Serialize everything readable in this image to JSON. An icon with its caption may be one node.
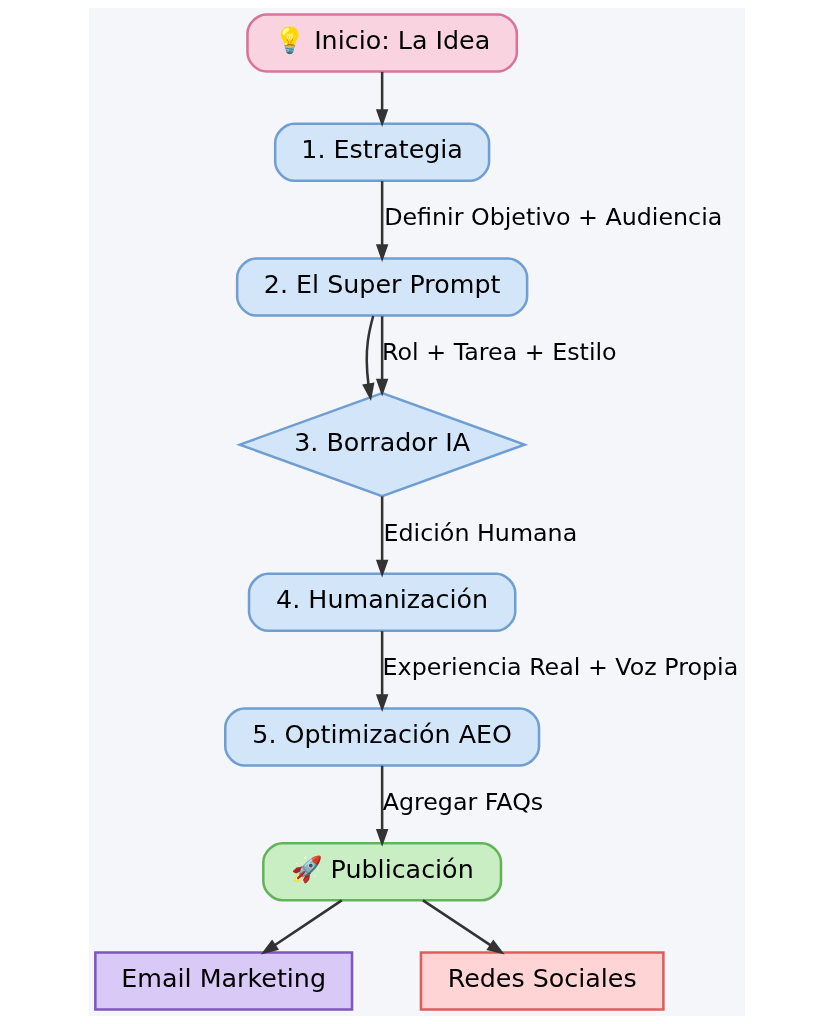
{
  "diagram": {
    "nodes": [
      {
        "text": [
          "💡 Inicio: La Idea"
        ]
      },
      {
        "text": [
          "1. Estrategia"
        ]
      },
      {
        "text": [
          "2. El Super Prompt"
        ]
      },
      {
        "text": [
          "3. Borrador IA"
        ]
      },
      {
        "text": [
          "4. Humanización"
        ]
      },
      {
        "text": [
          "5. Optimización AEO"
        ]
      },
      {
        "text": [
          "🚀 Publicación"
        ]
      },
      {
        "text": [
          "Email Marketing"
        ]
      },
      {
        "text": [
          "Redes Sociales"
        ]
      }
    ],
    "edges": [
      {
        "from": 0,
        "to": 1,
        "arrow": "to"
      },
      {
        "from": 1,
        "to": 2,
        "arrow": "to",
        "label": "Definir Objetivo + Audiencia"
      },
      {
        "from": 2,
        "to": 3,
        "arrow": "to"
      },
      {
        "from": 2,
        "to": 3,
        "arrow": "to",
        "label": "Rol + Tarea + Estilo"
      },
      {
        "from": 3,
        "to": 4,
        "arrow": "to",
        "label": "Edición Humana"
      },
      {
        "from": 4,
        "to": 5,
        "arrow": "to",
        "label": "Experiencia Real + Voz Propia"
      },
      {
        "from": 5,
        "to": 6,
        "arrow": "to",
        "label": "Agregar FAQs"
      },
      {
        "from": 6,
        "to": 7,
        "arrow": "to"
      },
      {
        "from": 6,
        "to": 8,
        "arrow": "to"
      }
    ]
  }
}
